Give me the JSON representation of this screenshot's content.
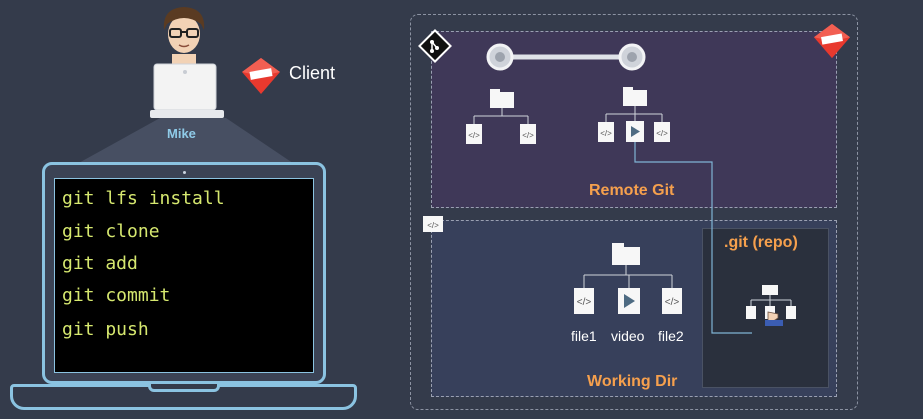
{
  "client": {
    "label": "Client",
    "user_name": "Mike"
  },
  "terminal": {
    "commands": [
      "git lfs install",
      "git clone",
      "git add",
      "git commit",
      "git push"
    ]
  },
  "remote": {
    "title": "Remote Git"
  },
  "working": {
    "title": "Working Dir",
    "repo_title": ".git (repo)",
    "files": [
      "file1",
      "video",
      "file2"
    ]
  },
  "colors": {
    "background": "#343b4b",
    "accent_blue": "#8bc3e1",
    "terminal_text": "#d6e86f",
    "orange_label": "#f6a04d",
    "git_red": "#e8392e",
    "remote_panel": "#3f3858"
  },
  "icons": [
    "person-avatar-icon",
    "laptop-icon",
    "git-logo-icon",
    "git-diamond-icon",
    "folder-icon",
    "code-file-icon",
    "video-file-icon",
    "hand-cursor-icon"
  ]
}
